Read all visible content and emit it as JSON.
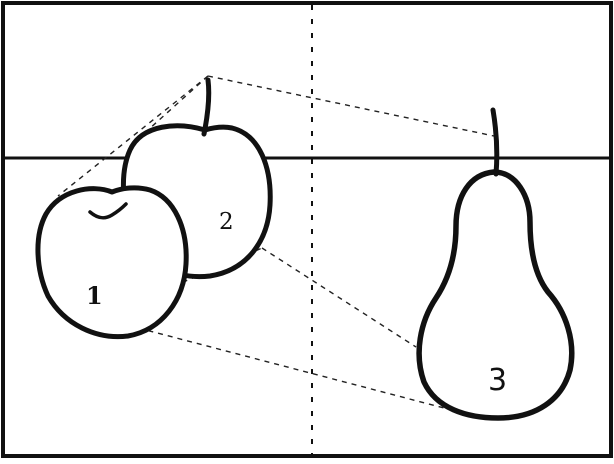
{
  "labels": {
    "apple_front": "1",
    "apple_back": "2",
    "pear": "3"
  },
  "colors": {
    "ink": "#111111",
    "paper": "#ffffff"
  }
}
